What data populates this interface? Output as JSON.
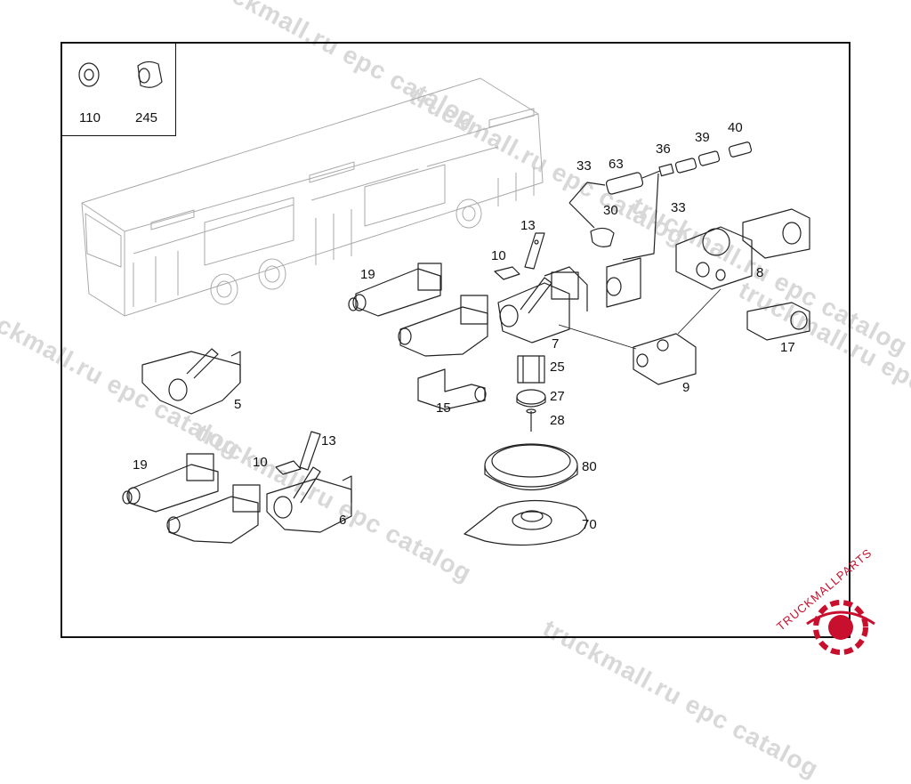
{
  "watermarks": {
    "w1": "truckmall.ru epc catalog",
    "w2": "truckmall.ru epc catalog",
    "w3": "truckmall.ru epc catalog",
    "w4": "truckmall.ru epc catalog",
    "w5": "truckmall.ru epc catalog",
    "w6": "truckmall.ru epc catalog",
    "w7": "truckmall.ru epc catalog"
  },
  "inset": {
    "part_a": "110",
    "part_b": "245"
  },
  "callouts": {
    "c33a": "33",
    "c63": "63",
    "c36": "36",
    "c39": "39",
    "c40": "40",
    "c30": "30",
    "c33b": "33",
    "c13a": "13",
    "c10a": "10",
    "c19a": "19",
    "c8": "8",
    "c17": "17",
    "c7": "7",
    "c25": "25",
    "c9": "9",
    "c27": "27",
    "c15": "15",
    "c28": "28",
    "c5": "5",
    "c13b": "13",
    "c10b": "10",
    "c19b": "19",
    "c80": "80",
    "c6": "6",
    "c70": "70"
  },
  "logo": {
    "brand": "TRUCKMALLPARTS"
  },
  "colors": {
    "line": "#222222",
    "watermark": "#d8d8d8",
    "logo_red": "#c8102e"
  }
}
